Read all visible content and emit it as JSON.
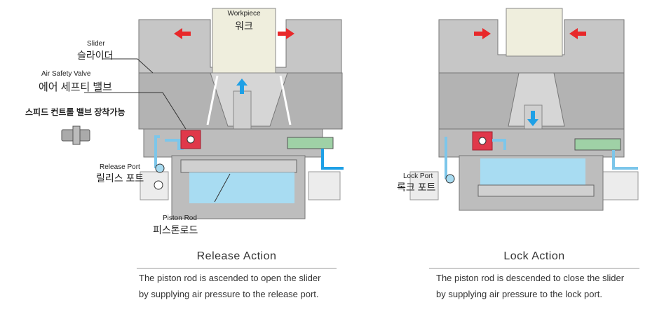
{
  "release": {
    "workpiece_en": "Workpiece",
    "workpiece_ko": "워크",
    "slider_en": "Slider",
    "slider_ko": "슬라이더",
    "valve_en": "Air Safety Valve",
    "valve_ko": "에어 세프티 밸브",
    "speed_ctrl_ko": "스피드 컨트롤 밸브 장착가능",
    "port_en": "Release Port",
    "port_ko": "릴리스 포트",
    "rod_en": "Piston Rod",
    "rod_ko": "피스톤로드",
    "title": "Release Action",
    "desc_line1": "The piston rod is ascended to open the slider",
    "desc_line2": "by supplying air pressure to the release port."
  },
  "lock": {
    "port_en": "Lock Port",
    "port_ko": "록크 포트",
    "title": "Lock Action",
    "desc_line1": "The piston rod is descended to close the slider",
    "desc_line2": "by supplying air pressure to the lock port."
  },
  "colors": {
    "body_gray": "#bdbdbd",
    "dark_gray": "#9e9e9e",
    "air_blue": "#a8dcf2",
    "arrow_red": "#e8282a",
    "arrow_blue": "#1ea0e6",
    "workpiece": "#efeedd",
    "valve_red": "#e0384a"
  }
}
